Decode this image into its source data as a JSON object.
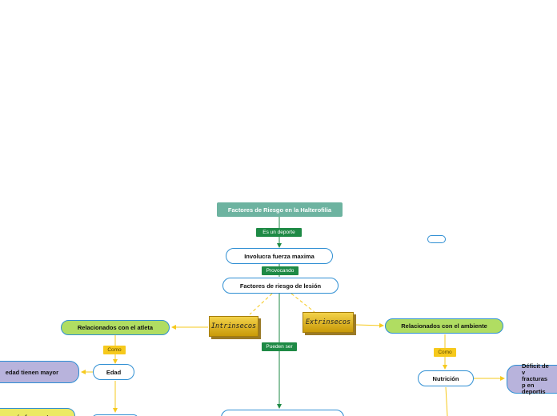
{
  "nodes": {
    "title": "Factores de Riesgo en la Halterofilia",
    "involucra": "Involucra fuerza maxima",
    "factores": "Factores de riesgo de lesión",
    "intrinsecos": "Intrinsecos",
    "extrinsecos": "Extrinsecos",
    "atleta": "Relacionados con el atleta",
    "ambiente": "Relacionados con el ambiente",
    "edad": "Edad",
    "nutricion": "Nutrición",
    "edad_mayor": "edad tienen mayor",
    "mas_frecuentes": "n más frecuentes",
    "deficit": "Déficit de v fracturas p en deportis"
  },
  "tags": {
    "es_un_deporte": "Es un deporte",
    "provocando": "Provocando",
    "pueden_ser": "Pueden ser",
    "como_left": "Como",
    "como_right": "Como"
  },
  "colors": {
    "title_fill": "#6db3a0",
    "green_tag": "#1e8a45",
    "yellow_tag": "#f6c91c",
    "node_border": "#2f8fd3",
    "green_pill": "#b0dd62",
    "lavender_pill": "#b8b3dc",
    "yellow_pill": "#ecea64",
    "gold_box": "#d9ab12"
  }
}
